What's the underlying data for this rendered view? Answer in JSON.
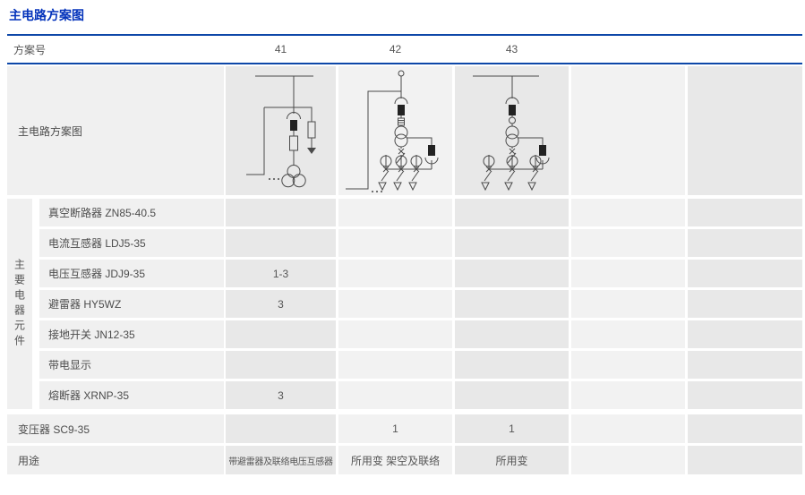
{
  "page_title": "主电路方案图",
  "colors": {
    "title_blue": "#0433bb",
    "rule_blue": "#0d47a8",
    "cell_dark": "#e8e8e8",
    "cell_light": "#f2f2f2",
    "cell_label": "#f0f0f0",
    "text": "#4d4d4d"
  },
  "table": {
    "header": {
      "label": "方案号",
      "schemes": [
        "41",
        "42",
        "43"
      ]
    },
    "diagram_row_label": "主电路方案图",
    "diagram_icons": [
      "scheme-41-busbar-fuse-pt-arrester-tie-diagram",
      "scheme-42-cable-fuse-transformer-feeders-tie-diagram",
      "scheme-43-busbar-fuse-transformer-feeders-diagram"
    ],
    "group_label": "主要电器元件",
    "component_rows": [
      {
        "name": "真空断路器 ZN85-40.5",
        "v41": ""
      },
      {
        "name": "电流互感器 LDJ5-35",
        "v41": ""
      },
      {
        "name": "电压互感器 JDJ9-35",
        "v41": "1-3"
      },
      {
        "name": "避雷器 HY5WZ",
        "v41": "3"
      },
      {
        "name": "接地开关 JN12-35",
        "v41": ""
      },
      {
        "name": "带电显示",
        "v41": ""
      },
      {
        "name": "熔断器 XRNP-35",
        "v41": "3"
      }
    ],
    "transformer_row": {
      "name": "变压器 SC9-35",
      "v41": "",
      "v42": "1",
      "v43": "1"
    },
    "usage_row": {
      "name": "用途",
      "v41": "带避雷器及联络电压互感器",
      "v42": "所用变 架空及联络",
      "v43": "所用变"
    }
  }
}
